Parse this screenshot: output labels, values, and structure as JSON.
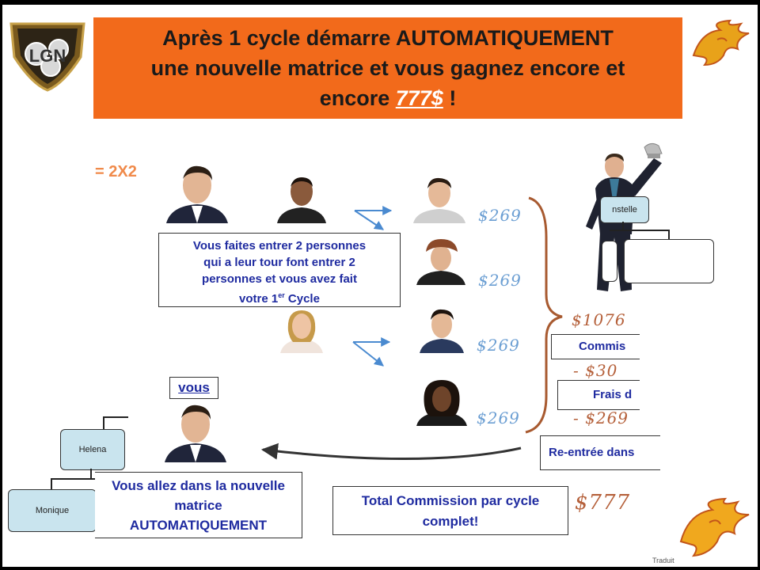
{
  "banner": {
    "line1": "Après 1 cycle démarre AUTOMATIQUEMENT",
    "line2": "une nouvelle matrice et vous gagnez encore et",
    "line3_prefix": "encore ",
    "amount": "777$",
    "line3_suffix": " !"
  },
  "logo_text": "LGN",
  "matrix_label": "= 2X2",
  "info_box": {
    "line1": "Vous faites entrer 2 personnes",
    "line2": "qui a leur tour font entrer 2",
    "line3": "personnes et vous avez fait",
    "line4_prefix": "votre 1",
    "line4_sup": "er",
    "line4_suffix": " Cycle"
  },
  "amounts": {
    "a1": "$269",
    "a2": "$269",
    "a3": "$269",
    "a4": "$269",
    "a5": "$1076",
    "a6": "- $30",
    "a7": "- $269",
    "a8": "$777"
  },
  "boxes": {
    "commission": "Commis",
    "frais": "Frais d",
    "reentree": "Re-entrée dans",
    "total": "Total Commission par cycle complet!"
  },
  "vous_label": "vous",
  "new_matrix_box": {
    "line1": "Vous allez dans la nouvelle",
    "line2": "matrice",
    "line3": "AUTOMATIQUEMENT"
  },
  "nodes": {
    "helena": "Helena",
    "monique": "Monique",
    "top_right": "nstelle"
  },
  "footer_text": "Traduit",
  "colors": {
    "banner": "#f26a1b",
    "text_blue": "#1f2ba0",
    "money_blue": "#6c9fd3",
    "money_brown": "#b5603a",
    "node_blue": "#c9e4ee"
  }
}
